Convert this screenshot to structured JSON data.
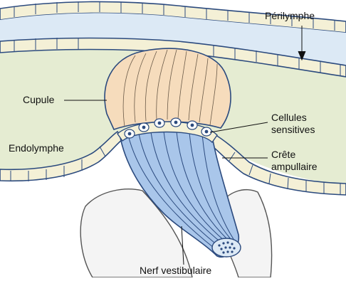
{
  "diagram": {
    "labels": {
      "perilymphe": "Périlymphe",
      "cupule": "Cupule",
      "cellules_line1": "Cellules",
      "cellules_line2": "sensitives",
      "endolymphe": "Endolymphe",
      "crete_line1": "Crête",
      "crete_line2": "ampullaire",
      "nerf": "Nerf vestibulaire"
    },
    "colors": {
      "outline": "#2b4a7e",
      "perilymph_fill": "#dce9f5",
      "endolymph_fill": "#e5ecd2",
      "cupula_fill": "#f6dcbc",
      "membrane_fill": "#f4f0d6",
      "nerve_fill": "#a9c6ea",
      "bone_fill": "#f4f4f4"
    }
  }
}
